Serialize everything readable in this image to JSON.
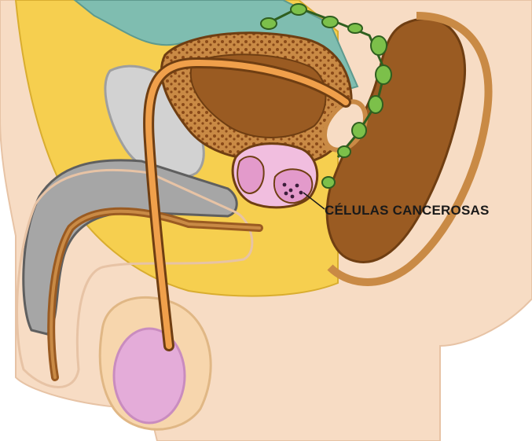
{
  "diagram": {
    "annotation": {
      "label": "CÉLULAS CANCEROSAS"
    },
    "colors": {
      "skin": "#f7dcc4",
      "fat_yellow": "#f6cf4f",
      "bladder_teal": "#7fbdb0",
      "gland_brown": "#9a5b22",
      "prostate_pink": "#e39acb",
      "testis_pink": "#e4acd9",
      "lymph_green": "#7cc04a",
      "bone_gray": "#a6a6a6",
      "cancer_dots": "#3a1d3a"
    },
    "structures": [
      "body-outline",
      "pubic-bone",
      "bladder",
      "prostate",
      "seminal-vesicle",
      "vas-deferens",
      "urethra",
      "penis",
      "testis",
      "rectum",
      "lymph-nodes",
      "cancer-cells"
    ]
  }
}
